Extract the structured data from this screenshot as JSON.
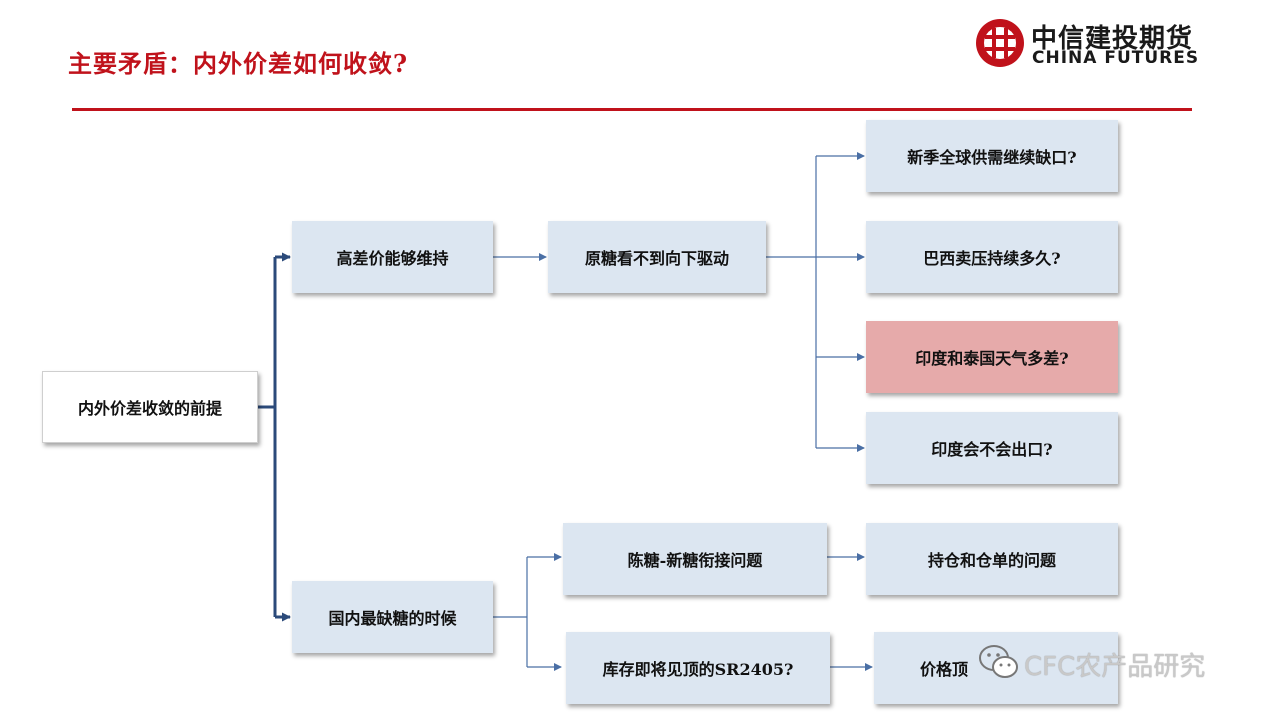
{
  "header": {
    "title": "主要矛盾：内外价差如何收敛?",
    "logo_cn": "中信建投期货",
    "logo_en": "CHINA FUTURES"
  },
  "diagram": {
    "root": "内外价差收敛的前提",
    "branch_a": "高差价能够维持",
    "branch_a_child": "原糖看不到向下驱动",
    "leaves_a": [
      "新季全球供需继续缺口?",
      "巴西卖压持续多久?",
      "印度和泰国天气多差?",
      "印度会不会出口?"
    ],
    "branch_b": "国内最缺糖的时候",
    "branch_b_children": [
      "陈糖-新糖衔接问题",
      "库存即将见顶的SR2405?"
    ],
    "leaves_b": [
      "持仓和仓单的问题",
      "价格顶"
    ]
  },
  "watermark": {
    "text": "CFC农产品研究"
  },
  "colors": {
    "accent": "#c0121b",
    "box_fill": "#dce6f1",
    "highlight_fill": "#e6aaaa",
    "connector": "#4a6fa5",
    "connector_thick": "#2b4a7a"
  }
}
